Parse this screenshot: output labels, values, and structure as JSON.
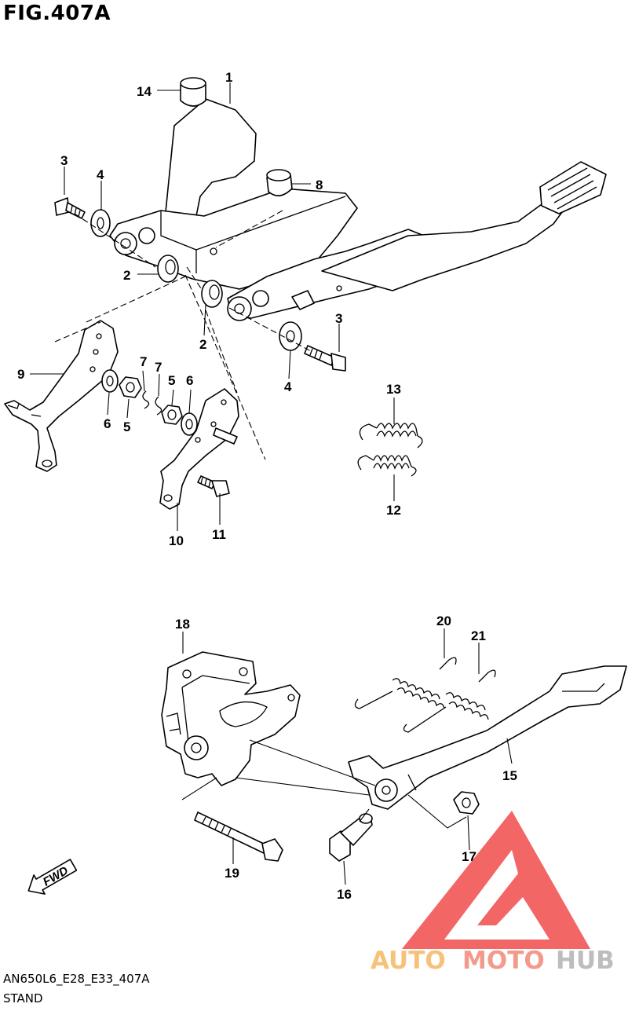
{
  "figure": {
    "title": "FIG.407A",
    "code": "AN650L6_E28_E33_407A",
    "name": "STAND"
  },
  "callouts": {
    "c1": "1",
    "c2a": "2",
    "c2b": "2",
    "c3a": "3",
    "c3b": "3",
    "c4a": "4",
    "c4b": "4",
    "c5a": "5",
    "c5b": "5",
    "c6a": "6",
    "c6b": "6",
    "c7a": "7",
    "c7b": "7",
    "c8": "8",
    "c9": "9",
    "c10": "10",
    "c11": "11",
    "c12": "12",
    "c13": "13",
    "c14": "14",
    "c15": "15",
    "c16": "16",
    "c17": "17",
    "c18": "18",
    "c19": "19",
    "c20": "20",
    "c21": "21"
  },
  "direction_arrow": {
    "label": "FWD"
  },
  "watermark": {
    "part1": "AUTO",
    "part2": "MOTO",
    "part3": "HUB",
    "colors": {
      "auto": "#f6c27a",
      "moto": "#f39a8c",
      "hub": "#bdbdbd",
      "logo": "#ee3b3b"
    }
  }
}
